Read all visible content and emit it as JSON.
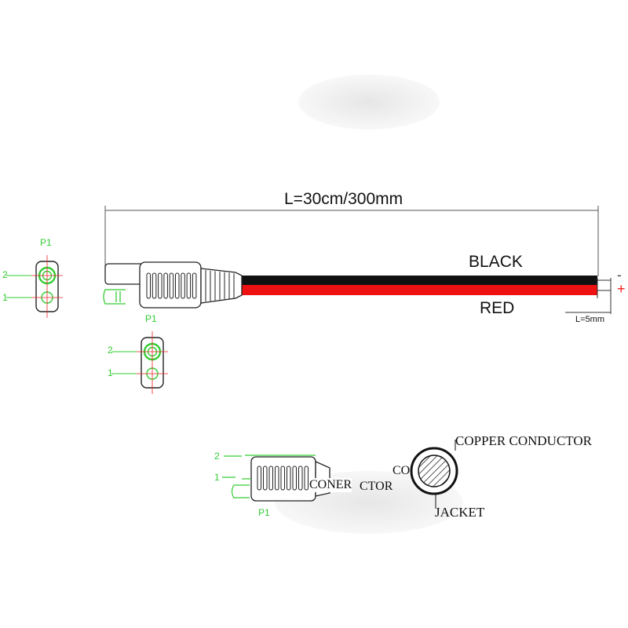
{
  "dimension": {
    "length_label": "L=30cm/300mm",
    "strip_label": "L=5mm"
  },
  "wires": {
    "black": {
      "label": "BLACK",
      "sign": "-",
      "color": "#111111"
    },
    "red": {
      "label": "RED",
      "sign": "+",
      "color": "#ee1111"
    }
  },
  "pinout": {
    "title": "P1",
    "pin2": "2",
    "pin1": "1",
    "accent": "#33cc33",
    "crosshair": "#ee2222"
  },
  "connector_side": {
    "title": "P1",
    "pin2": "2",
    "pin1": "1",
    "label": "CONER",
    "label_tail": "CTOR"
  },
  "cross_section": {
    "conductor_label": "COPPER CONDUCTOR",
    "jacket_label": "JACKET",
    "fragment": "CO"
  }
}
